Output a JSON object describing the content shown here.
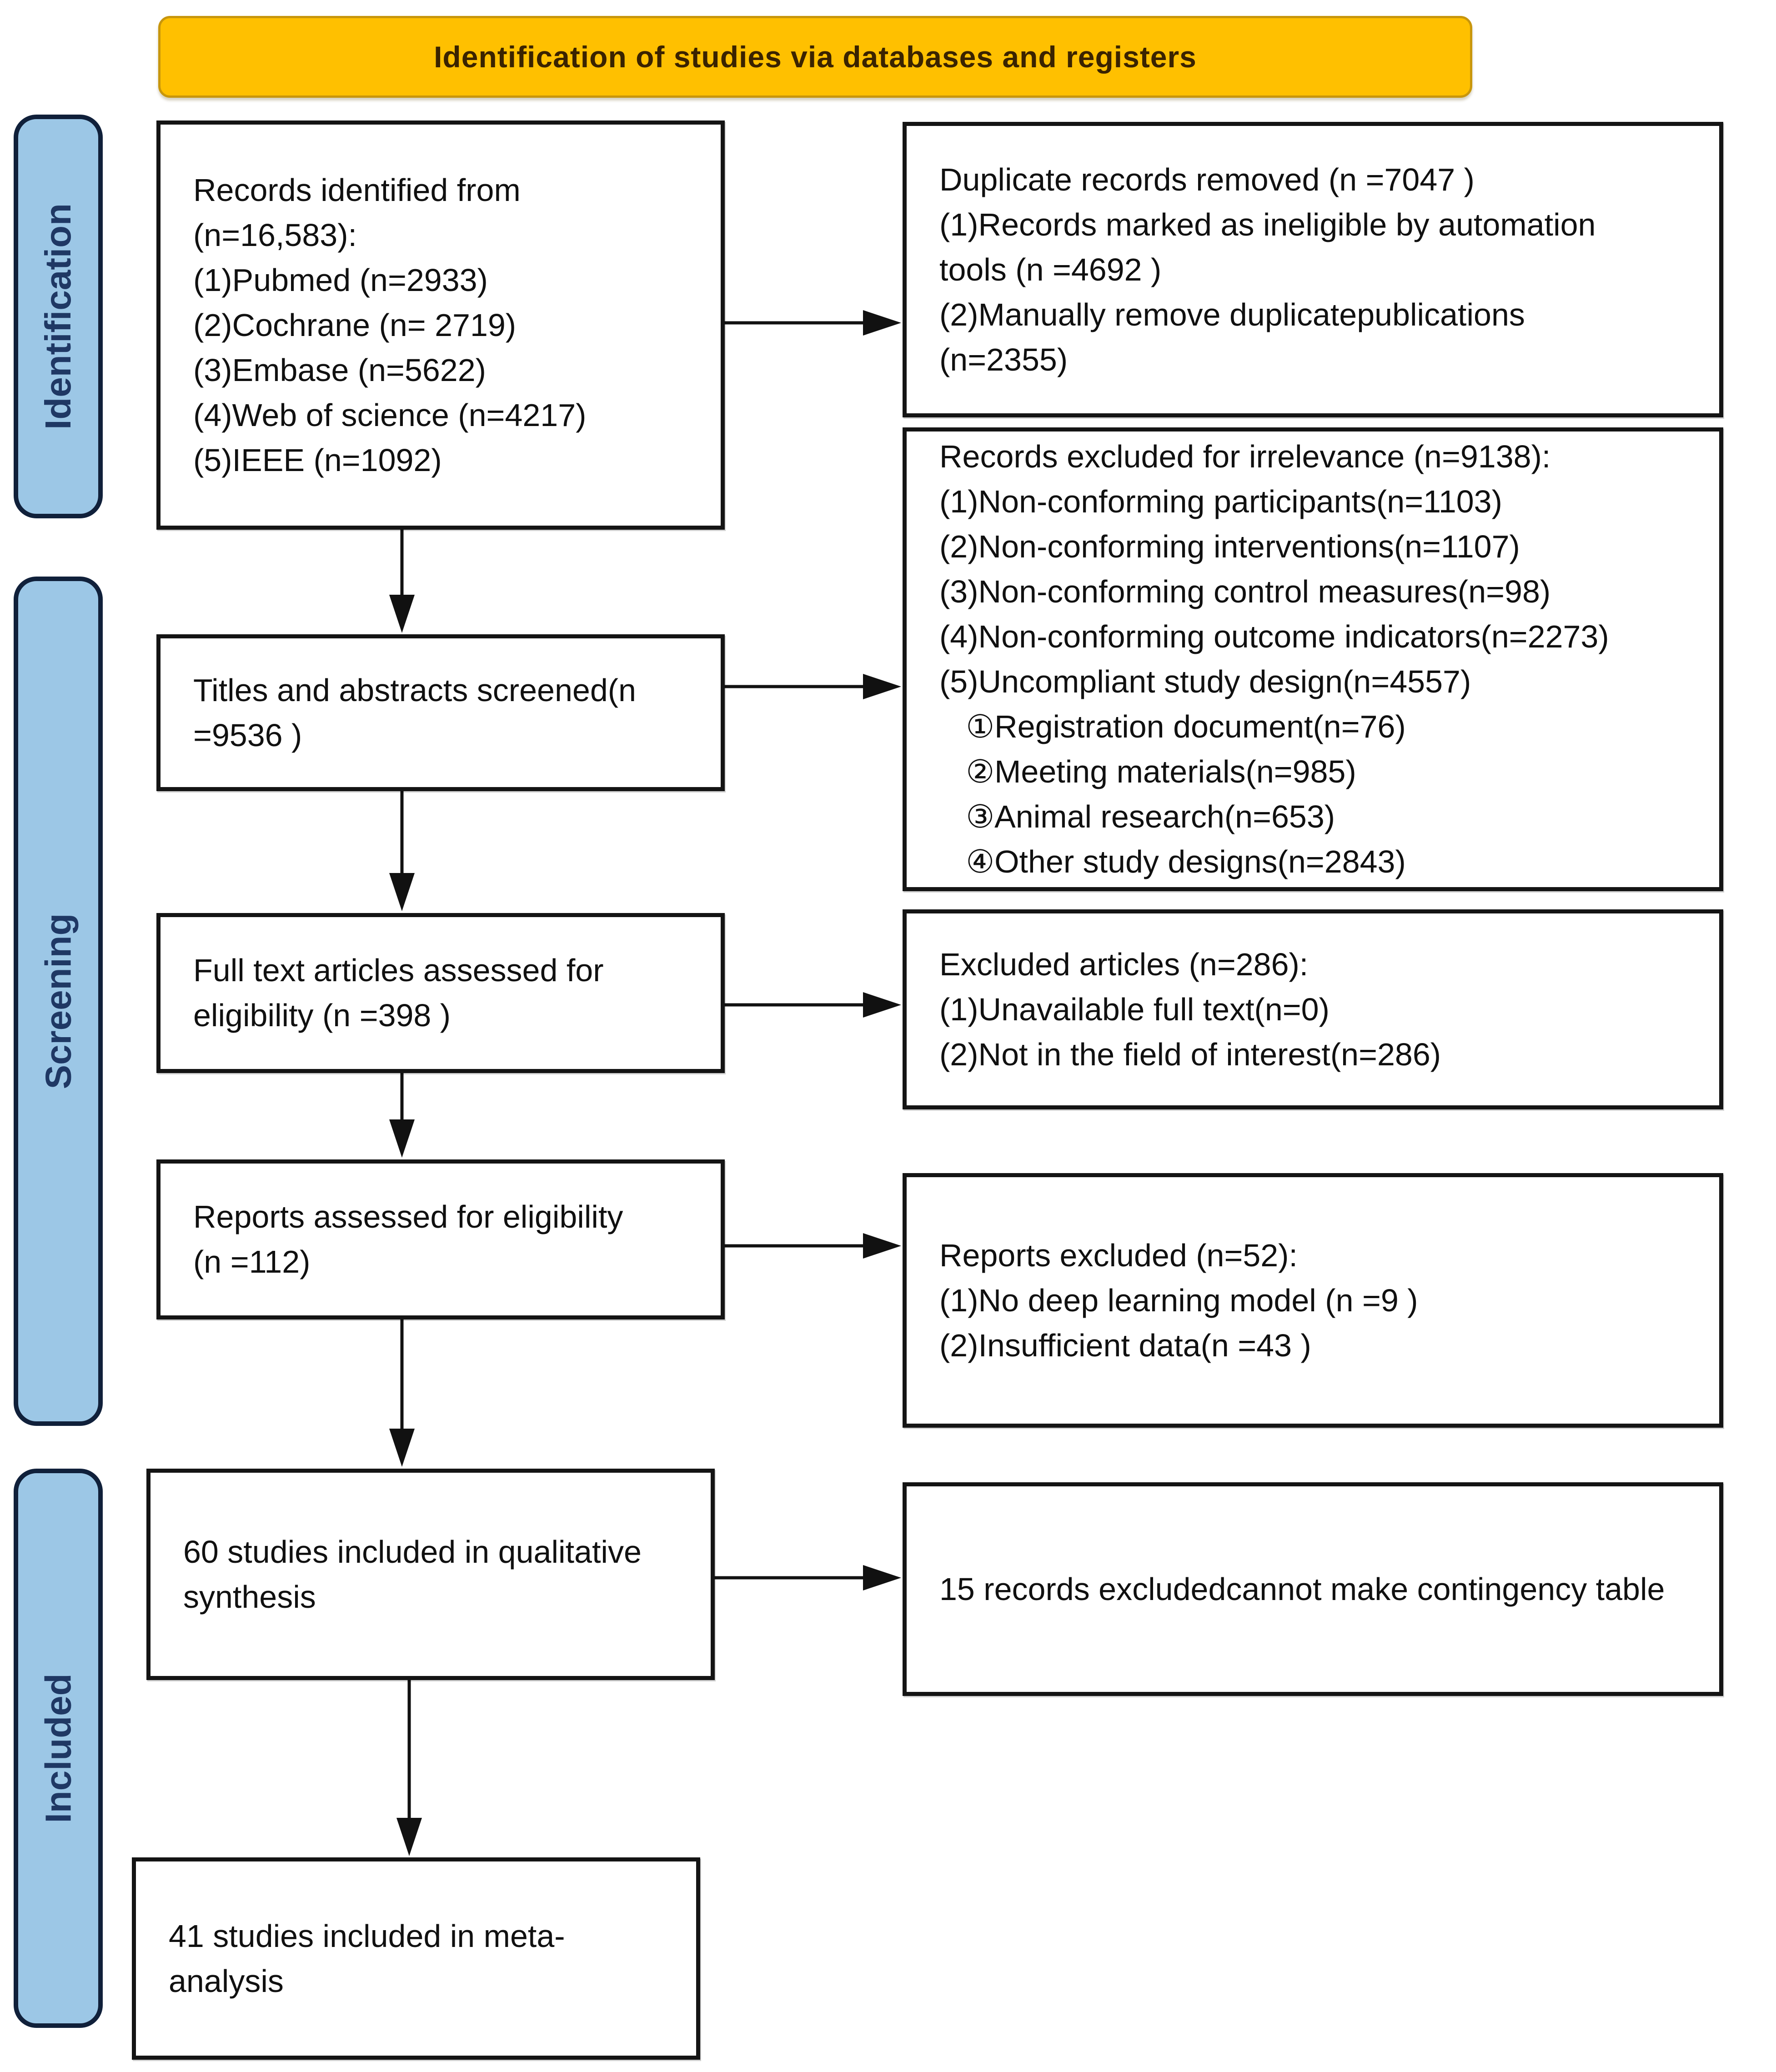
{
  "header": {
    "title": "Identification of studies via databases and registers"
  },
  "sidebar": {
    "identification": "Identification",
    "screening": "Screening",
    "included": "Included"
  },
  "boxes": {
    "records_identified": "Records identified from\n(n=16,583):\n(1)Pubmed (n=2933)\n(2)Cochrane (n= 2719)\n(3)Embase (n=5622)\n(4)Web of science (n=4217)\n(5)IEEE (n=1092)",
    "duplicates_removed": "Duplicate records removed  (n =7047 )\n(1)Records marked as ineligible by automation\ntools (n =4692 )\n(2)Manually remove duplicatepublications\n(n=2355)",
    "titles_screened": "Titles and abstracts screened(n\n=9536 )",
    "records_excluded_irrelevance": "Records excluded for irrelevance (n=9138):\n(1)Non-conforming participants(n=1103)\n(2)Non-conforming interventions(n=1107)\n(3)Non-conforming control measures(n=98)\n(4)Non-conforming outcome indicators(n=2273)\n(5)Uncompliant study design(n=4557)\n   ①Registration document(n=76)\n   ②Meeting materials(n=985)\n   ③Animal research(n=653)\n   ④Other study designs(n=2843)",
    "full_text_assessed": "Full text articles assessed for\neligibility (n =398 )",
    "excluded_articles": "Excluded articles (n=286):\n(1)Unavailable full text(n=0)\n(2)Not in the field of interest(n=286)",
    "reports_assessed": "Reports assessed for eligibility\n(n =112)",
    "reports_excluded": "Reports excluded (n=52):\n(1)No deep learning model (n =9 )\n(2)Insufficient data(n =43 )",
    "qualitative_synthesis": "60 studies included in qualitative\nsynthesis",
    "contingency_excluded": "15 records excludedcannot make contingency table",
    "meta_analysis": "41 studies included in meta-\nanalysis"
  },
  "colors": {
    "header_bg": "#FFC000",
    "header_border": "#C8960C",
    "header_text": "#3A2300",
    "sidebar_bg": "#9CC7E6",
    "sidebar_border": "#10203A",
    "sidebar_text": "#1F3864",
    "box_border": "#141414",
    "arrow": "#111111"
  }
}
